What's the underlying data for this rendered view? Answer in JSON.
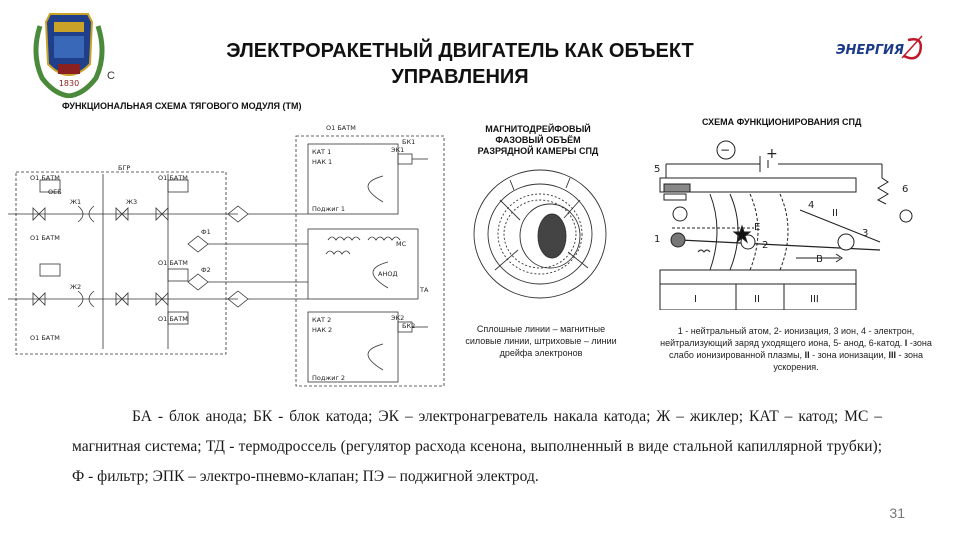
{
  "header": {
    "title_line1": "ЭЛЕКТРОРАКЕТНЫЙ ДВИГАТЕЛЬ КАК ОБЪЕКТ",
    "title_line2": "УПРАВЛЕНИЯ",
    "logo_left_year": "1830",
    "logo_left_letter": "С",
    "logo_right_text": "ЭНЕРГИЯ"
  },
  "functional_scheme": {
    "subtitle": "ФУНКЦИОНАЛЬНАЯ СХЕМА ТЯГОВОГО МОДУЛЯ (ТМ)",
    "labels": {
      "bgr": "БГР",
      "ta": "ТА",
      "anod": "АНОД",
      "kat1": "КАТ 1",
      "kat2": "КАТ 2",
      "nak1": "НАК 1",
      "nak2": "НАК 2",
      "podzhig1": "Поджиг 1",
      "podzhig2": "Поджиг 2",
      "ek1": "ЭК1",
      "ek2": "ЭК2",
      "bk1": "БК1",
      "bk2": "БК2",
      "ms": "МС",
      "f1": "Ф1",
      "f2": "Ф2",
      "zh1": "Ж1",
      "zh2": "Ж2",
      "zh3": "Ж3",
      "satm": "О1 БАТМ",
      "oeb": "ОЕБ"
    }
  },
  "magnetic_scheme": {
    "title": "МАГНИТОДРЕЙФОВЫЙ ФАЗОВЫЙ ОБЪЁМ РАЗРЯДНОЙ КАМЕРЫ СПД",
    "caption": "Сплошные линии – магнитные силовые линии, штриховые – линии дрейфа электронов"
  },
  "spd_scheme": {
    "title": "СХЕМА ФУНКЦИОНИРОВАНИЯ СПД",
    "caption_plain": "1 - нейтральный атом, 2- ионизация, 3 ион, 4 - электрон, нейтрализующий заряд уходящего иона, 5- анод, 6-катод.",
    "caption_i": "I",
    "caption_part2": "-зона слабо ионизированной плазмы,",
    "caption_ii": "II",
    "caption_part3": "- зона ионизации,",
    "caption_iii": "III",
    "caption_part4": "- зона ускорения.",
    "labels": {
      "n1": "1",
      "n2": "2",
      "n3": "3",
      "n4": "4",
      "n5": "5",
      "n6": "6",
      "z1": "I",
      "z2": "II",
      "z3": "III",
      "minus": "−",
      "plus": "+",
      "b": "B",
      "e": "E"
    }
  },
  "body_text": "БА - блок анода; БК - блок катода; ЭК – электронагреватель накала катода; Ж – жиклер; КАТ – катод; МС – магнитная система; ТД - термодроссель (регулятор расхода ксенона, выполненный в виде стальной капиллярной трубки); Ф - фильтр; ЭПК – электро-пневмо-клапан; ПЭ – поджигной электрод.",
  "page_number": "31"
}
